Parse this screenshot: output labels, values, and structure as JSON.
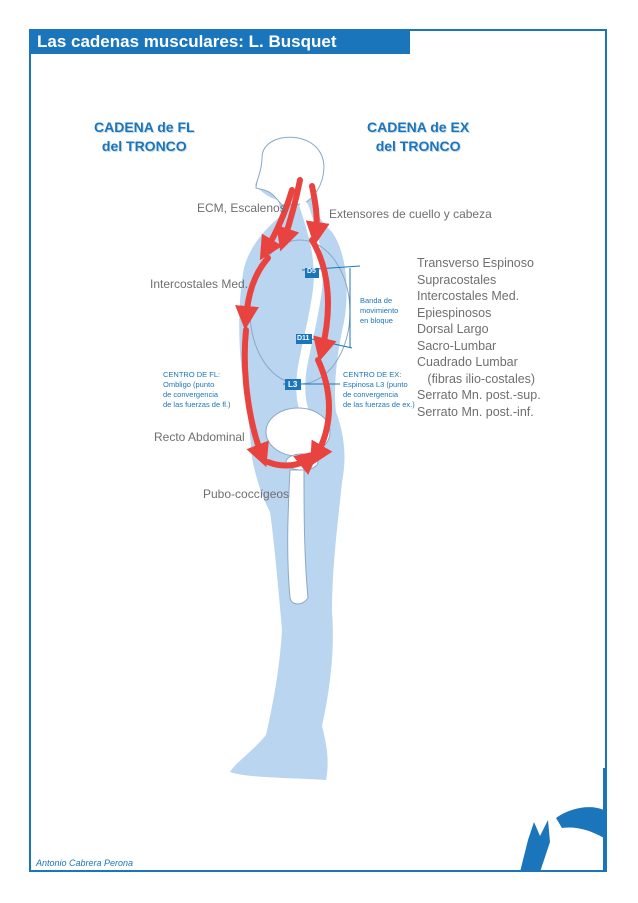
{
  "title": "Las cadenas musculares: L. Busquet",
  "flexion_chain": {
    "line1": "CADENA de FL",
    "line2": "del TRONCO"
  },
  "extension_chain": {
    "line1": "CADENA de EX",
    "line2": "del TRONCO"
  },
  "labels": {
    "ecm": "ECM, Escalenos",
    "extensores": "Extensores de cuello y cabeza",
    "intercostales": "Intercostales Med.",
    "recto": "Recto Abdominal",
    "pubo": "Pubo-coccígeos"
  },
  "ex_muscles": [
    "Transverso Espinoso",
    "Supracostales",
    "Intercostales Med.",
    "Epiespinosos",
    "Dorsal Largo",
    "Sacro-Lumbar",
    "Cuadrado Lumbar",
    "   (fibras ilio-costales)",
    "Serrato Mn. post.-sup.",
    "Serrato Mn. post.-inf."
  ],
  "banda": [
    "Banda de",
    "movimiento",
    "en bloque"
  ],
  "centro_fl": [
    "CENTRO DE FL:",
    "Ombligo (punto",
    "de convergencia",
    "de las fuerzas de fl.)"
  ],
  "centro_ex": [
    "CENTRO DE EX:",
    "Espinosa L3 (punto",
    "de convergencia",
    "de las fuerzas de ex.)"
  ],
  "vertebrae": {
    "d5": "D5",
    "d11": "D11",
    "l3": "L3"
  },
  "author": "Antonio Cabrera Perona",
  "colors": {
    "brand_blue": "#1b75bb",
    "body_blue": "#b9d5ef",
    "arrow_red": "#e8433f"
  }
}
